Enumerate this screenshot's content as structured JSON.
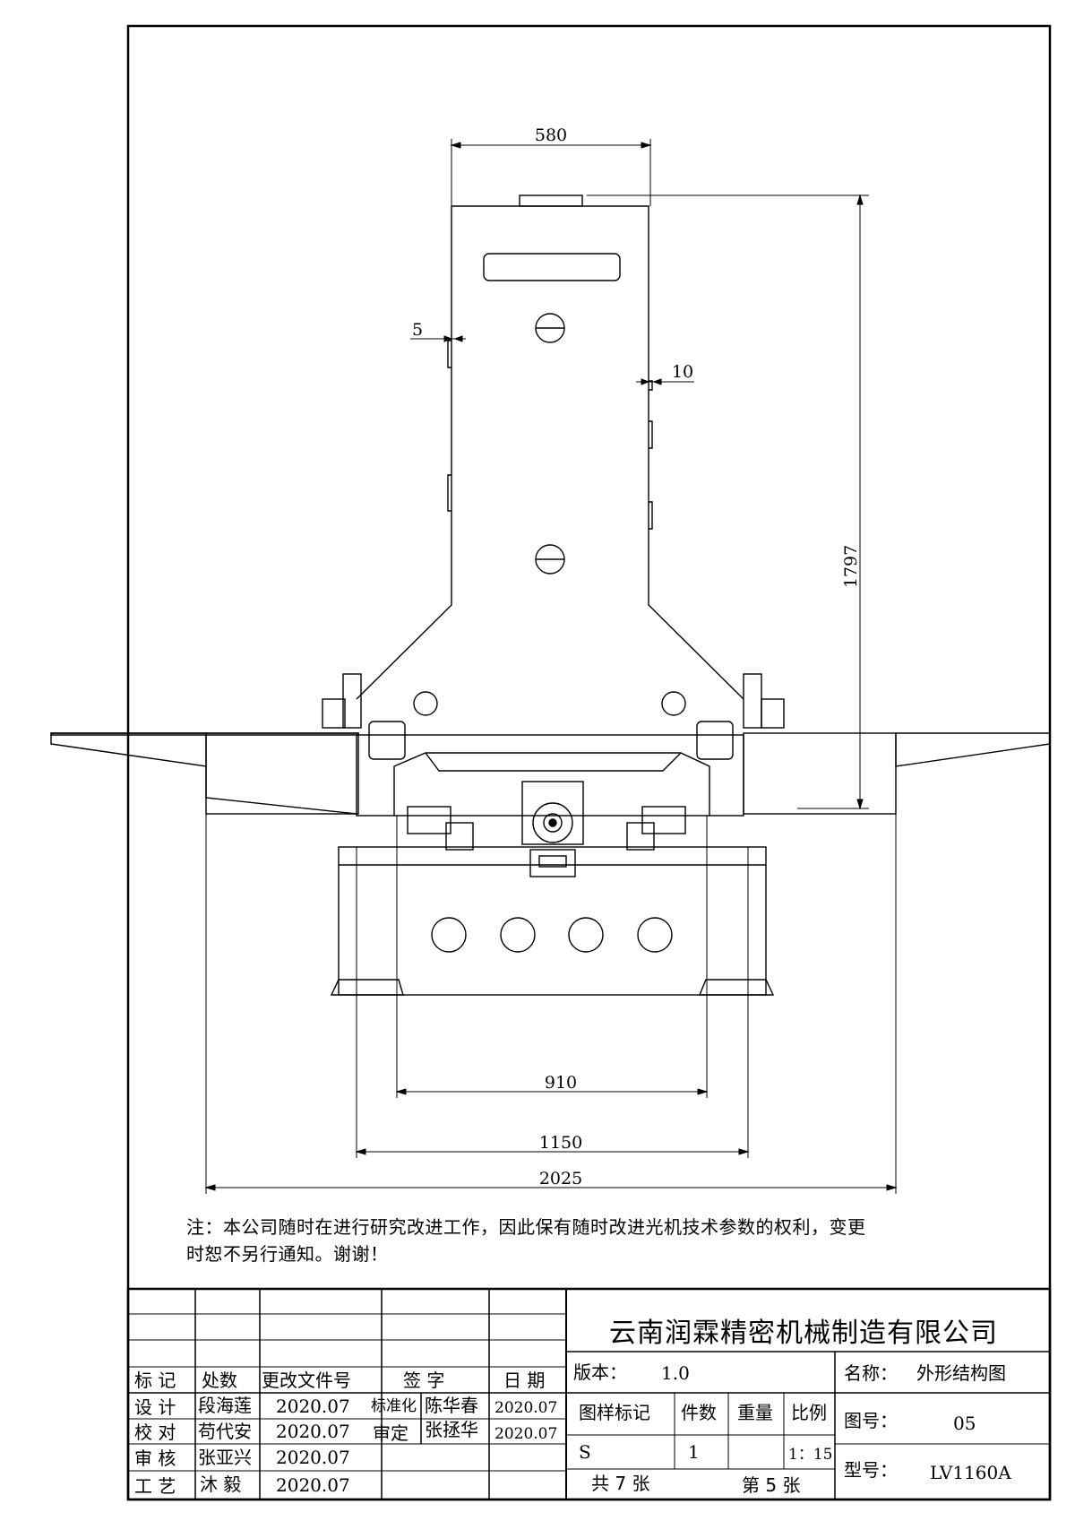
{
  "dimensions": {
    "d580": "580",
    "d5": "5",
    "d10": "10",
    "d1797": "1797",
    "d910": "910",
    "d1150": "1150",
    "d2025": "2025"
  },
  "note": {
    "line1": "注：本公司随时在进行研究改进工作，因此保有随时改进光机技术参数的权利，变更",
    "line2": "时恕不另行通知。谢谢！"
  },
  "title_block": {
    "company": "云南润霖精密机械制造有限公司",
    "headers": {
      "mark": "标 记",
      "count": "处数",
      "change_doc": "更改文件号",
      "signature": "签 字",
      "date": "日 期"
    },
    "design_label": "设 计",
    "design_name": "段海莲",
    "design_date": "2020.07",
    "check_label": "校 对",
    "check_name": "苟代安",
    "check_date": "2020.07",
    "review_label": "审 核",
    "review_name": "张亚兴",
    "review_date": "2020.07",
    "process_label": "工 艺",
    "process_name": "沐 毅",
    "process_date": "2020.07",
    "standard_label": "标准化",
    "standard_name": "陈华春",
    "standard_date": "2020.07",
    "approve_label": "审定",
    "approve_name": "张拯华",
    "approve_date": "2020.07",
    "version_label": "版本：",
    "version_value": "1.0",
    "name_label": "名称：",
    "name_value": "外形结构图",
    "sample_mark_label": "图样标记",
    "qty_label": "件数",
    "weight_label": "重量",
    "scale_label": "比例",
    "sample_mark_value": "S",
    "qty_value": "1",
    "scale_value": "1：15",
    "drawing_no_label": "图号：",
    "drawing_no_value": "05",
    "total_sheets": "共 7 张",
    "sheet_no": "第 5 张",
    "model_label": "型号：",
    "model_value": "LV1160A"
  }
}
